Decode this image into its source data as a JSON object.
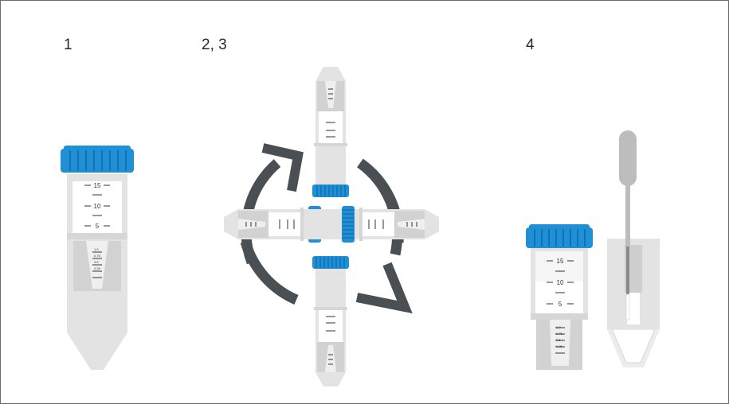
{
  "steps": [
    {
      "label": "1"
    },
    {
      "label": "2, 3"
    },
    {
      "label": "4"
    }
  ],
  "tube_scale": {
    "major": [
      "15",
      "10",
      "5"
    ],
    "insert": [
      "1.0",
      "0.75",
      "0.5",
      "0.25"
    ]
  },
  "colors": {
    "cap_blue": "#1f8fd6",
    "cap_dark": "#156fb0",
    "tube_light": "#e3e3e3",
    "tube_mid": "#d2d2d2",
    "window": "#ffffff",
    "arrow": "#4a4f53",
    "frame": "#6b6b6b"
  },
  "icons": {
    "rotation": "circular-arrows-icon"
  }
}
